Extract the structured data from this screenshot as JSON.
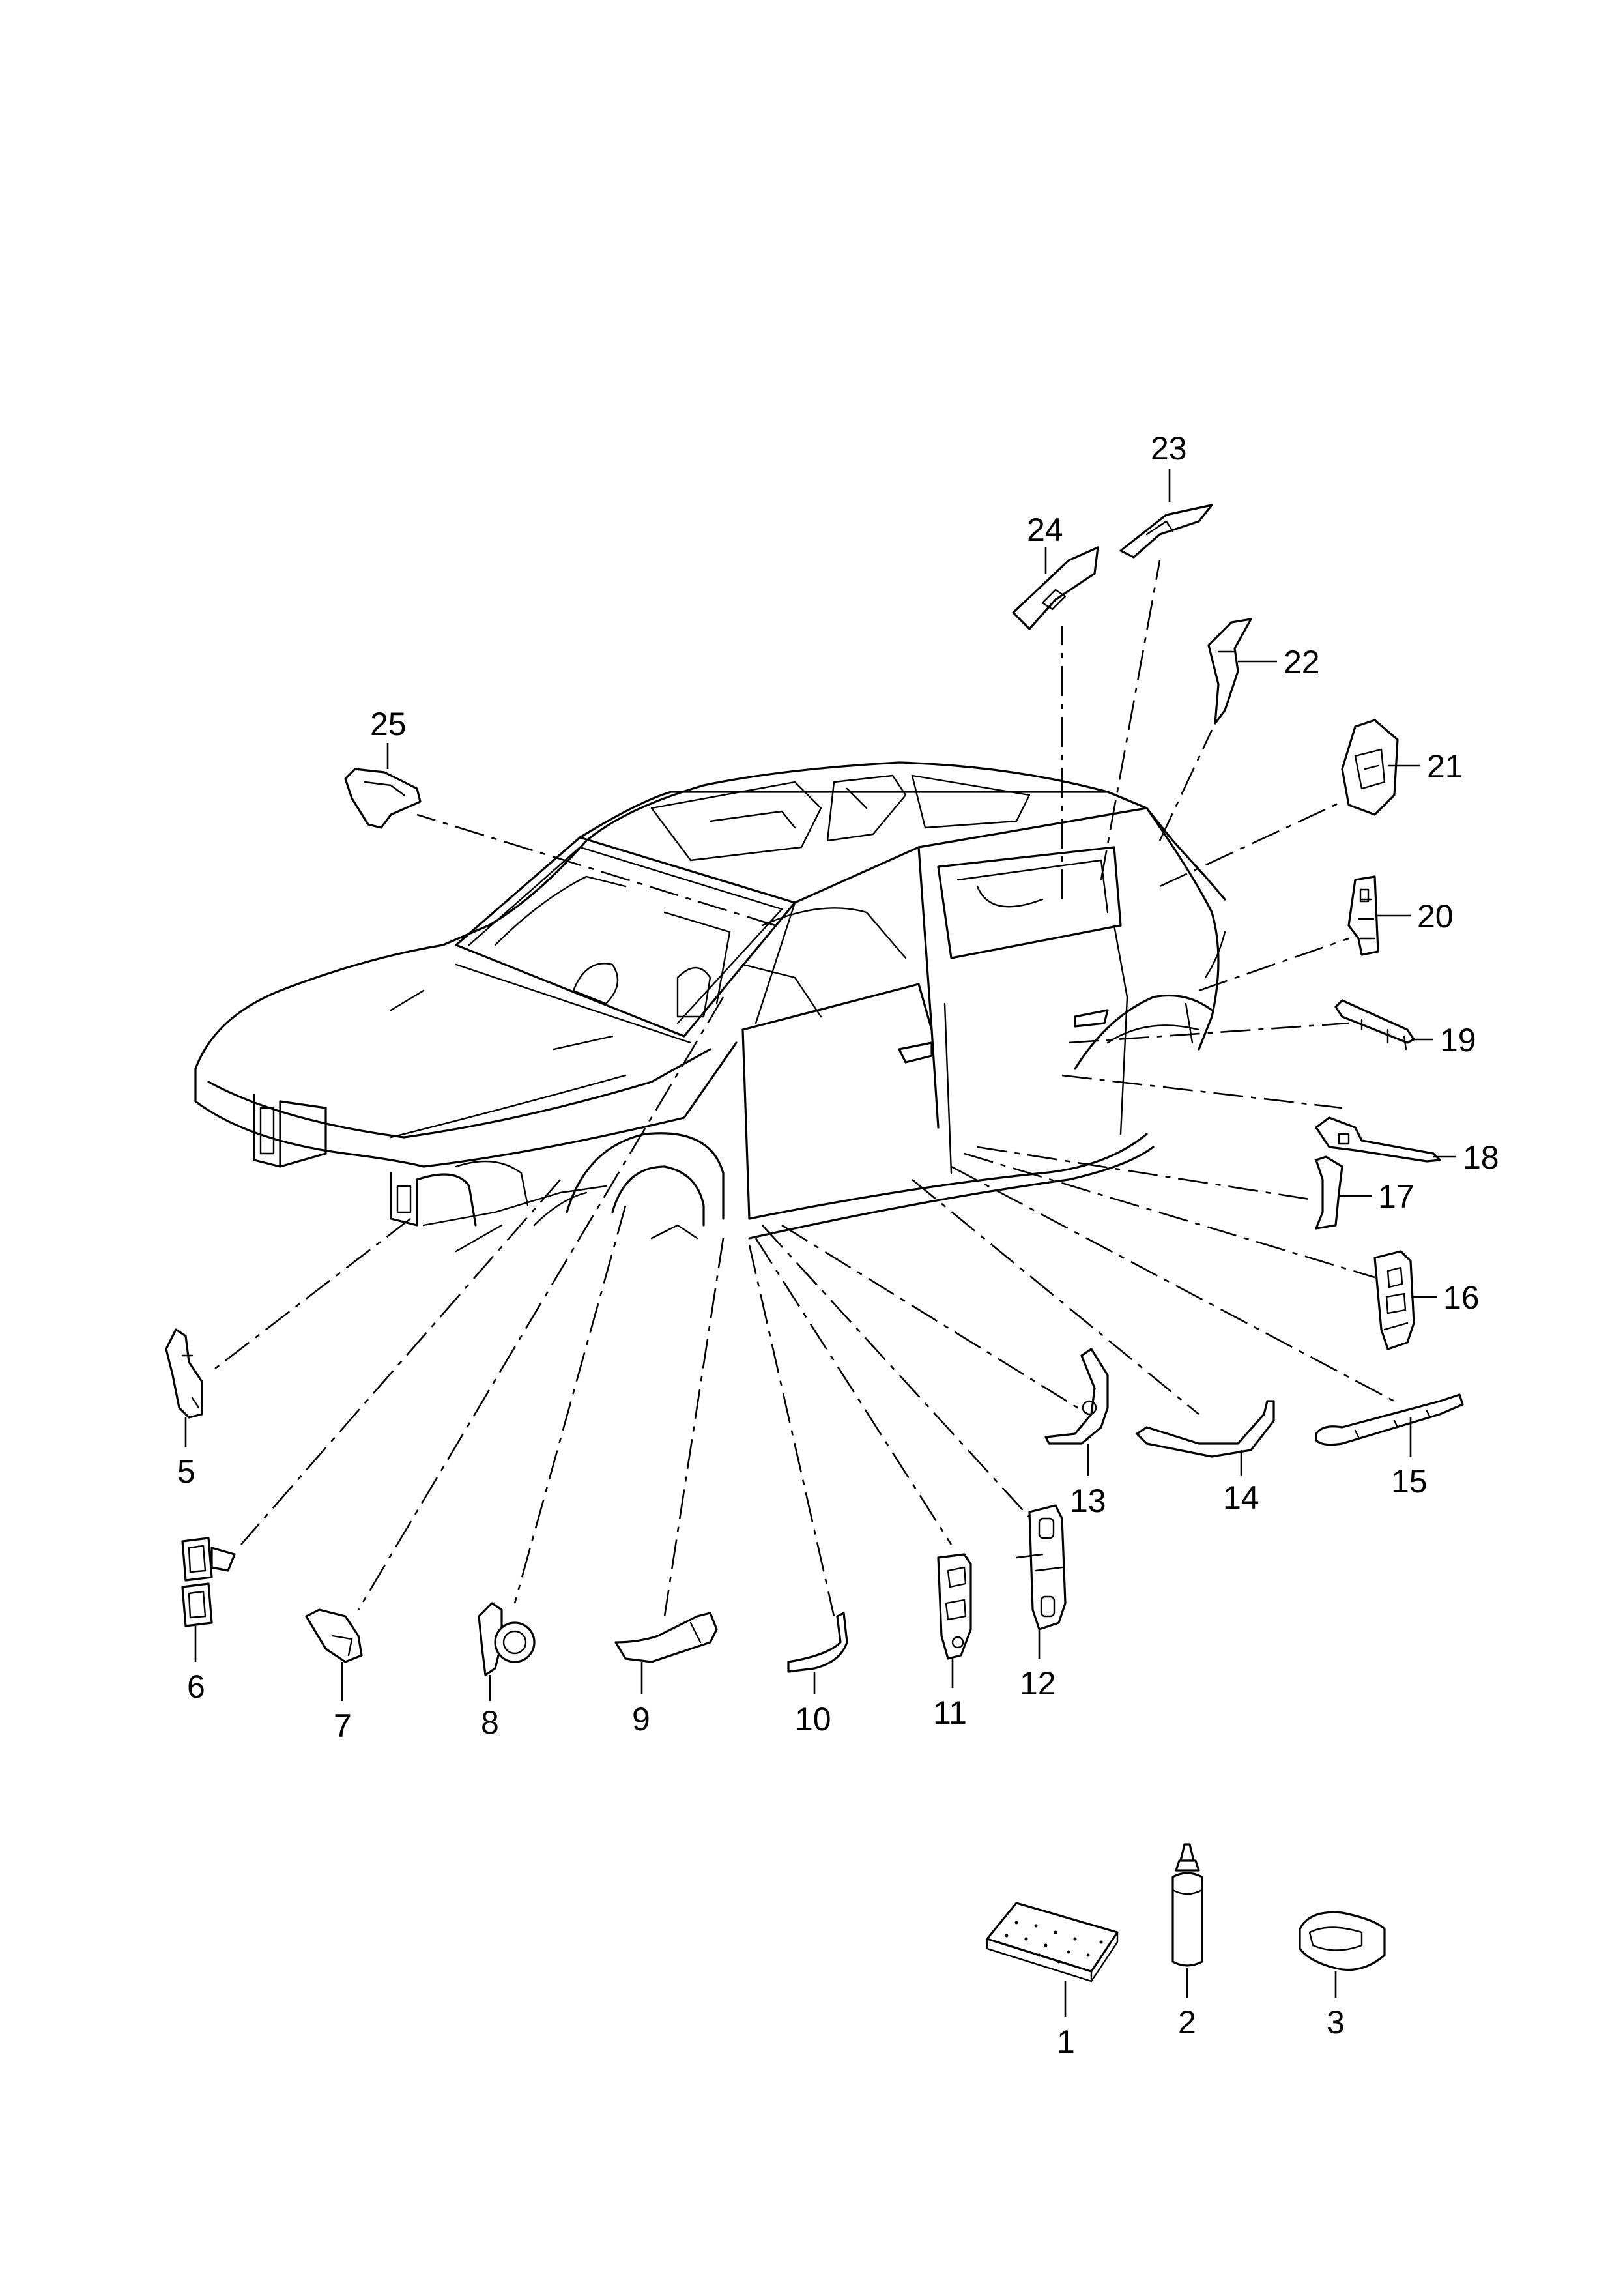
{
  "callouts": {
    "c1": "1",
    "c2": "2",
    "c3": "3",
    "c5": "5",
    "c6": "6",
    "c7": "7",
    "c8": "8",
    "c9": "9",
    "c10": "10",
    "c11": "11",
    "c12": "12",
    "c13": "13",
    "c14": "14",
    "c15": "15",
    "c16": "16",
    "c17": "17",
    "c18": "18",
    "c19": "19",
    "c20": "20",
    "c21": "21",
    "c22": "22",
    "c23": "23",
    "c24": "24",
    "c25": "25"
  }
}
